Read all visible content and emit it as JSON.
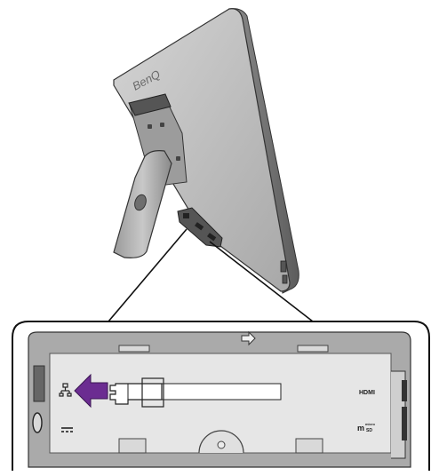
{
  "monitor": {
    "brand_logo": "BenQ"
  },
  "io_panel": {
    "ports": {
      "lan": {
        "icon": "lan-network-icon"
      },
      "hdmi": {
        "label": "HDMI",
        "icon": "hdmi-port"
      },
      "microsd": {
        "label_main": "m",
        "label_super": "micro",
        "label_sub": "SD",
        "icon": "microsd-slot"
      },
      "power": {
        "icon": "dc-power-icon"
      },
      "top_indicator": {
        "icon": "arrow-right-icon"
      }
    },
    "insert_arrow": {
      "icon": "arrow-left-icon",
      "color": "#6b2c91"
    },
    "colors": {
      "panel_frame": "#aaaaaa",
      "panel_inner": "#e6e6e6",
      "monitor_back": "#bfbfbf",
      "outline": "#222222"
    }
  }
}
